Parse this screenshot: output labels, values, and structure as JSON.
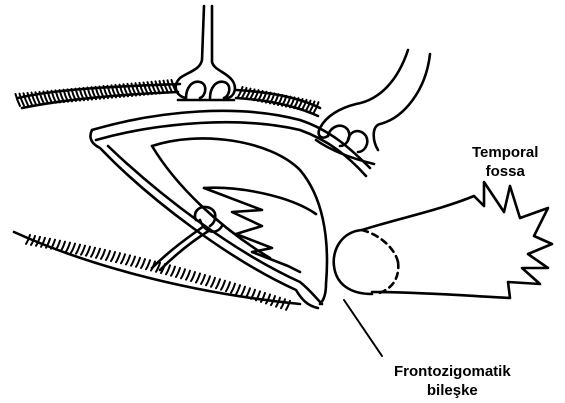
{
  "labels": {
    "temporal_fossa": [
      "Temporal",
      "fossa"
    ],
    "frontozygomatic": [
      "Frontozigomatik",
      "bileşke"
    ]
  },
  "colors": {
    "ink": "#000000",
    "paper": "#ffffff"
  }
}
